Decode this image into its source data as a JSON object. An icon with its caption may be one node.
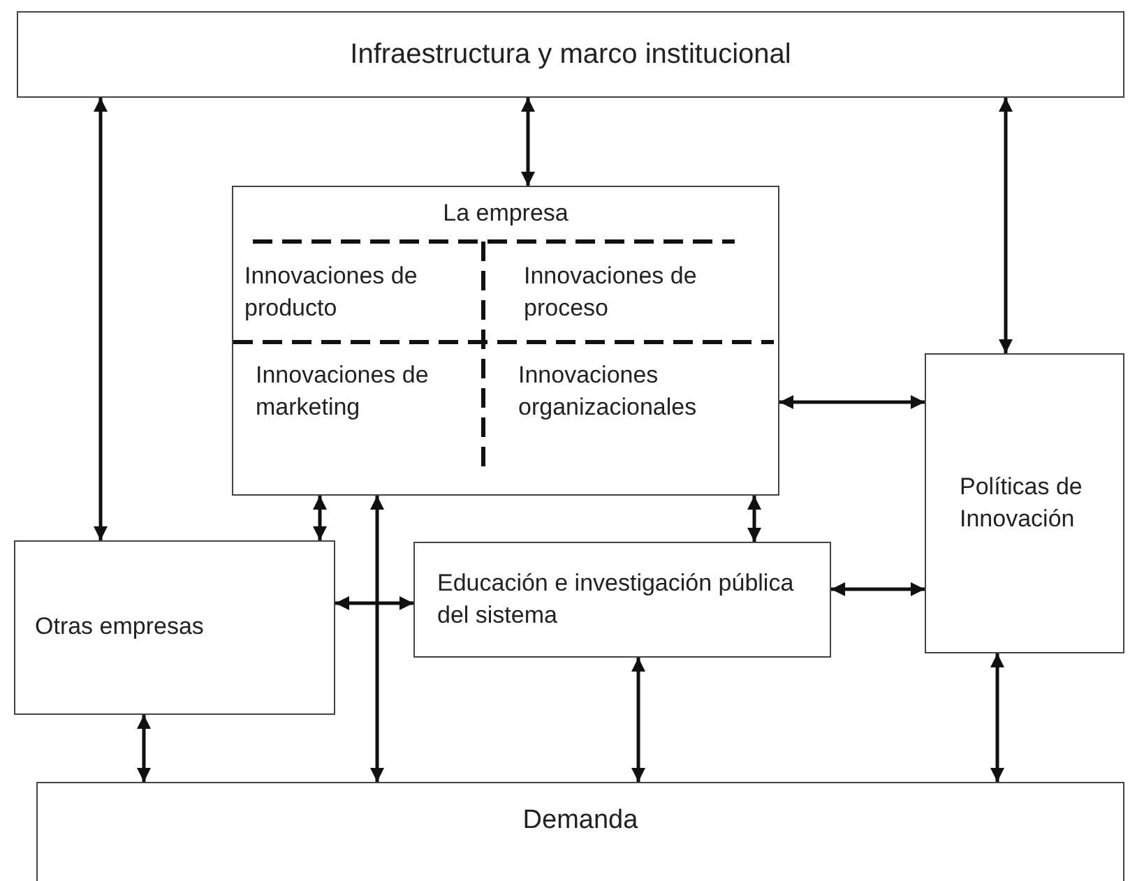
{
  "diagram": {
    "nodes": [
      {
        "text": [
          "Infraestructura y marco institucional"
        ]
      },
      {
        "text": [
          "La empresa"
        ]
      },
      {
        "text": [
          "Innovaciones de producto"
        ],
        "in": 1
      },
      {
        "text": [
          "Innovaciones de proceso"
        ],
        "in": 1
      },
      {
        "text": [
          "Innovaciones de marketing"
        ],
        "in": 1
      },
      {
        "text": [
          "Innovaciones organizacionales"
        ],
        "in": 1
      },
      {
        "text": [
          "Políticas de Innovación"
        ]
      },
      {
        "text": [
          "Otras empresas"
        ]
      },
      {
        "text": [
          "Educación e investigación pública del sistema"
        ]
      },
      {
        "text": [
          "Demanda"
        ]
      }
    ],
    "edges": [
      {
        "from": 0,
        "to": 7,
        "arrow": "both"
      },
      {
        "from": 0,
        "to": 1,
        "arrow": "both"
      },
      {
        "from": 0,
        "to": 6,
        "arrow": "both"
      },
      {
        "from": 1,
        "to": 6,
        "arrow": "both"
      },
      {
        "from": 1,
        "to": 7,
        "arrow": "both"
      },
      {
        "from": 1,
        "to": 9,
        "arrow": "both"
      },
      {
        "from": 1,
        "to": 8,
        "arrow": "both"
      },
      {
        "from": 7,
        "to": 8,
        "arrow": "both"
      },
      {
        "from": 8,
        "to": 6,
        "arrow": "both"
      },
      {
        "from": 7,
        "to": 9,
        "arrow": "both"
      },
      {
        "from": 8,
        "to": 9,
        "arrow": "both"
      },
      {
        "from": 6,
        "to": 9,
        "arrow": "both"
      }
    ]
  }
}
